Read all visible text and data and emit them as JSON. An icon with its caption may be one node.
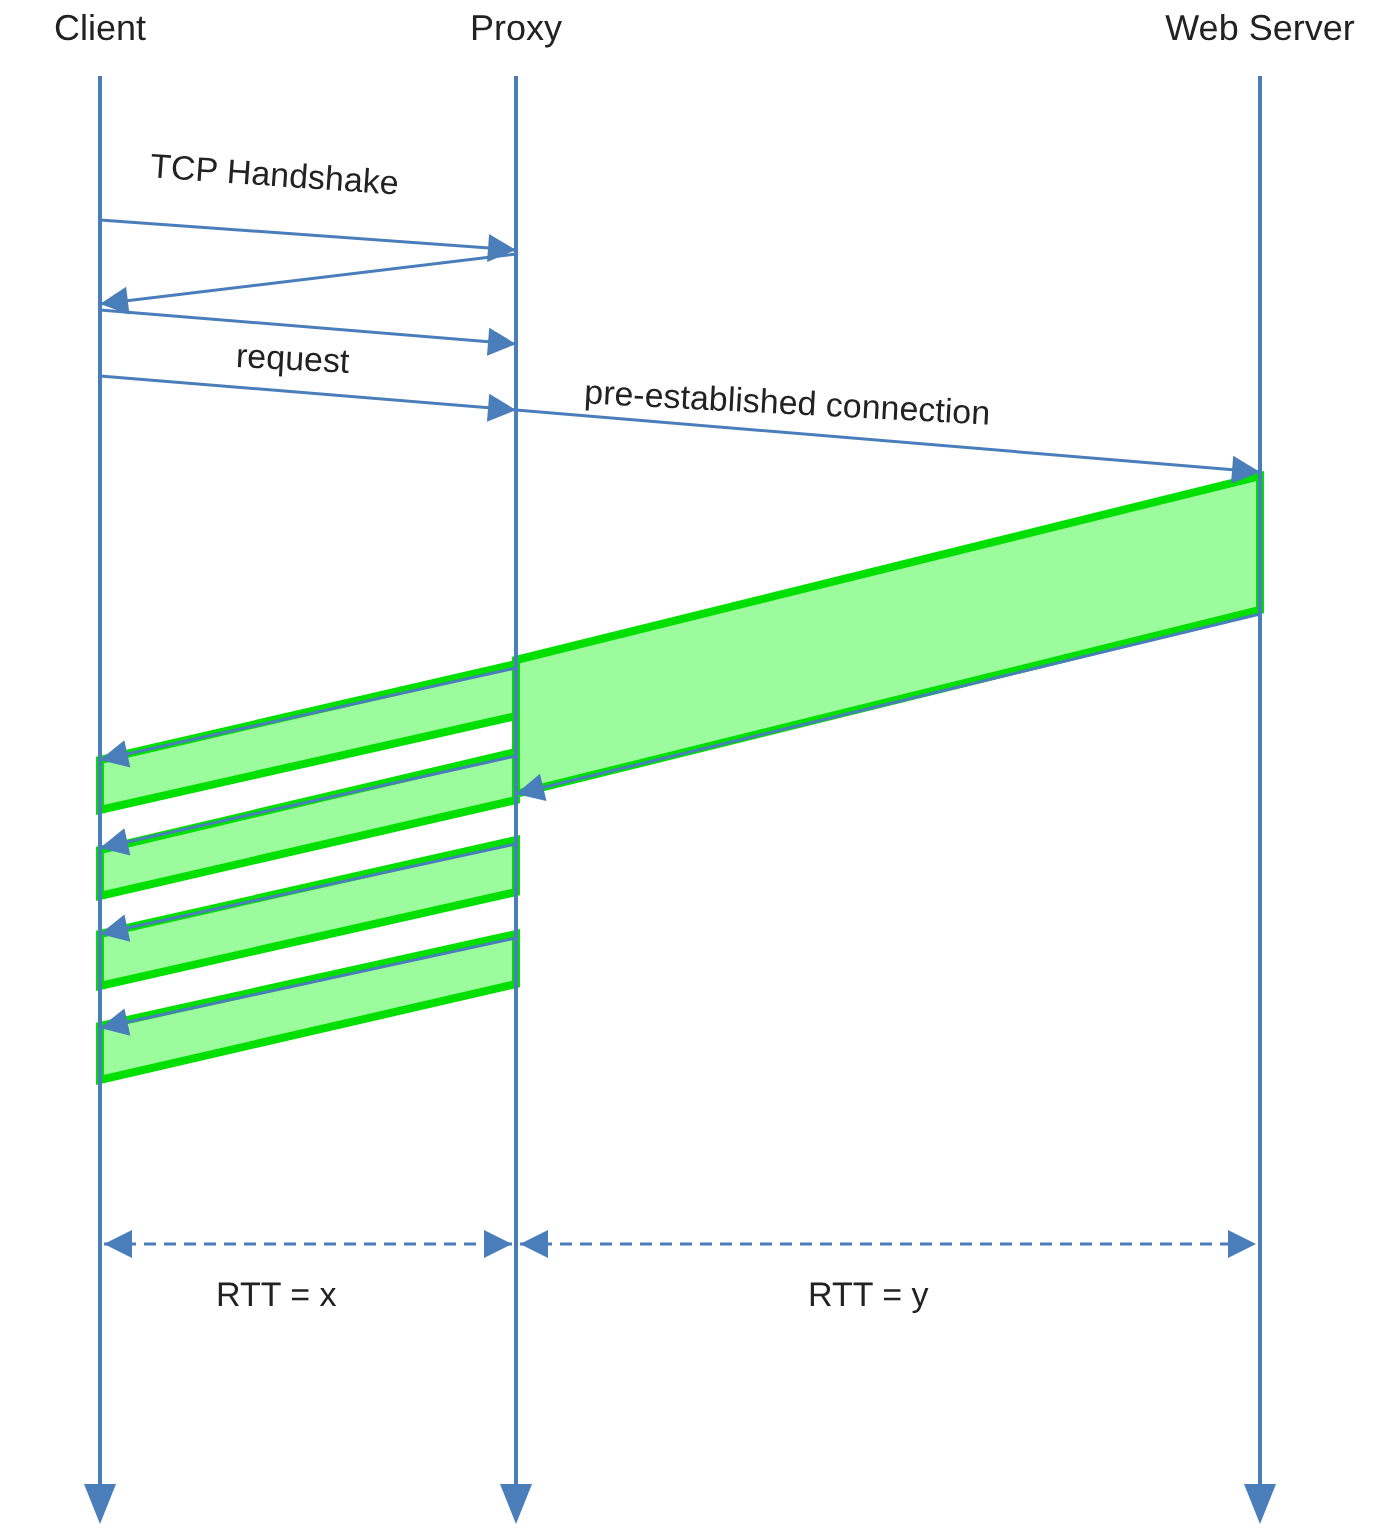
{
  "diagram": {
    "nodes": [
      {
        "text": [
          "Client"
        ]
      },
      {
        "text": [
          "Proxy"
        ]
      },
      {
        "text": [
          "Web Server"
        ]
      }
    ],
    "edges": [
      {
        "from": 0,
        "to": 1,
        "arrow": "to",
        "label": "TCP Handshake"
      },
      {
        "from": 1,
        "to": 0,
        "arrow": "to"
      },
      {
        "from": 0,
        "to": 1,
        "arrow": "to"
      },
      {
        "from": 0,
        "to": 1,
        "arrow": "to",
        "label": "request"
      },
      {
        "from": 1,
        "to": 2,
        "arrow": "to",
        "label": "pre-established connection"
      },
      {
        "from": 2,
        "to": 1,
        "arrow": "to"
      },
      {
        "from": 1,
        "to": 0,
        "arrow": "to"
      },
      {
        "from": 1,
        "to": 0,
        "arrow": "to"
      },
      {
        "from": 1,
        "to": 0,
        "arrow": "to"
      },
      {
        "from": 1,
        "to": 0,
        "arrow": "to"
      }
    ],
    "labels": [
      "RTT = x",
      "RTT = y"
    ]
  }
}
